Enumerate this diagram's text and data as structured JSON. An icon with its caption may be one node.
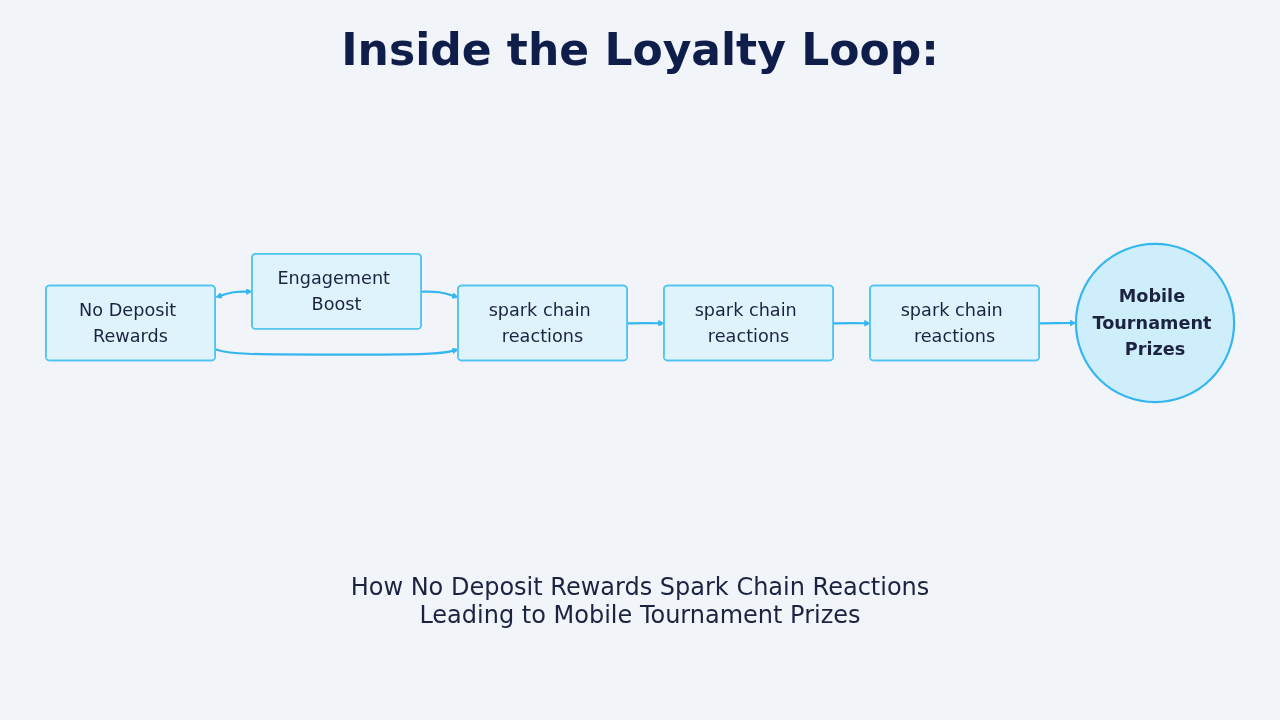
{
  "diagram": {
    "title": "Inside the Loyalty Loop:",
    "caption": "How No Deposit Rewards Spark Chain Reactions Leading to Mobile Tournament Prizes",
    "nodes": [
      {
        "text": [
          "No Deposit Rewards"
        ]
      },
      {
        "text": [
          "Engagement Boost"
        ]
      },
      {
        "text": [
          "spark chain reactions"
        ]
      },
      {
        "text": [
          "spark chain reactions"
        ]
      },
      {
        "text": [
          "spark chain reactions"
        ]
      },
      {
        "text": [
          "Mobile Tournament Prizes"
        ]
      }
    ],
    "edges": [
      {
        "from": 0,
        "to": 1,
        "arrow": "both"
      },
      {
        "from": 1,
        "to": 2,
        "arrow": "to"
      },
      {
        "from": 0,
        "to": 2,
        "arrow": "to"
      },
      {
        "from": 2,
        "to": 3,
        "arrow": "to"
      },
      {
        "from": 3,
        "to": 4,
        "arrow": "to"
      },
      {
        "from": 4,
        "to": 5,
        "arrow": "to"
      }
    ]
  }
}
